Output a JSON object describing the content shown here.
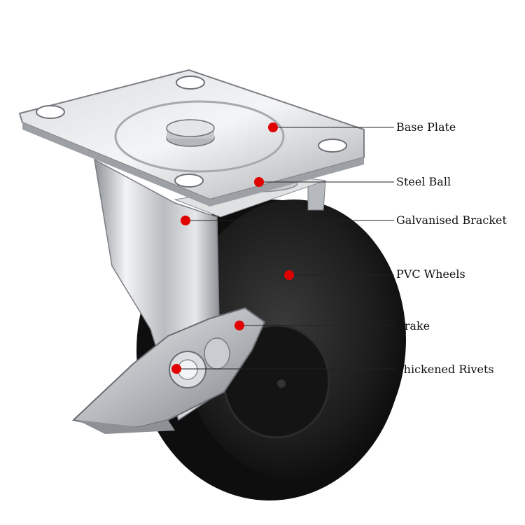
{
  "callouts": [
    {
      "id": "base-plate",
      "label": "Base Plate"
    },
    {
      "id": "steel-ball",
      "label": "Steel Ball"
    },
    {
      "id": "galvanised-bracket",
      "label": "Galvanised Bracket"
    },
    {
      "id": "pvc-wheels",
      "label": "PVC Wheels"
    },
    {
      "id": "brake",
      "label": "Brake"
    },
    {
      "id": "thickened-rivets",
      "label": "Thickened Rivets"
    }
  ],
  "colors": {
    "marker": "#e00000",
    "leader_line": "#222222",
    "wheel": "#1a1a1a",
    "steel": "#c9ccd0",
    "background": "#ffffff"
  }
}
